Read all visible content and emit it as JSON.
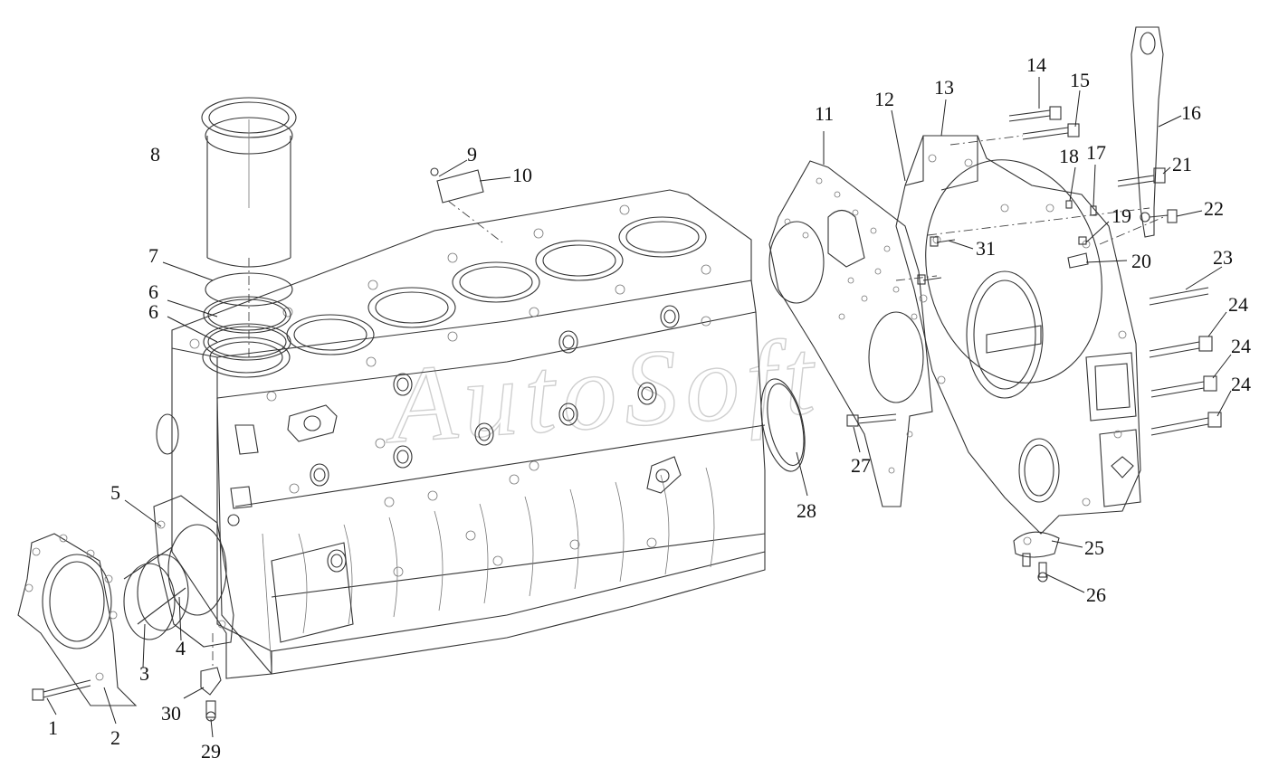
{
  "diagram": {
    "watermark": "AutoSoft",
    "callouts": [
      {
        "id": "1",
        "label": "1"
      },
      {
        "id": "2",
        "label": "2"
      },
      {
        "id": "3",
        "label": "3"
      },
      {
        "id": "4",
        "label": "4"
      },
      {
        "id": "5",
        "label": "5"
      },
      {
        "id": "6a",
        "label": "6"
      },
      {
        "id": "6b",
        "label": "6"
      },
      {
        "id": "7",
        "label": "7"
      },
      {
        "id": "8",
        "label": "8"
      },
      {
        "id": "9",
        "label": "9"
      },
      {
        "id": "10",
        "label": "10"
      },
      {
        "id": "11",
        "label": "11"
      },
      {
        "id": "12",
        "label": "12"
      },
      {
        "id": "13",
        "label": "13"
      },
      {
        "id": "14",
        "label": "14"
      },
      {
        "id": "15",
        "label": "15"
      },
      {
        "id": "16",
        "label": "16"
      },
      {
        "id": "17",
        "label": "17"
      },
      {
        "id": "18",
        "label": "18"
      },
      {
        "id": "19",
        "label": "19"
      },
      {
        "id": "20",
        "label": "20"
      },
      {
        "id": "21",
        "label": "21"
      },
      {
        "id": "22",
        "label": "22"
      },
      {
        "id": "23",
        "label": "23"
      },
      {
        "id": "24a",
        "label": "24"
      },
      {
        "id": "24b",
        "label": "24"
      },
      {
        "id": "24c",
        "label": "24"
      },
      {
        "id": "25",
        "label": "25"
      },
      {
        "id": "26",
        "label": "26"
      },
      {
        "id": "27",
        "label": "27"
      },
      {
        "id": "28",
        "label": "28"
      },
      {
        "id": "29",
        "label": "29"
      },
      {
        "id": "30",
        "label": "30"
      },
      {
        "id": "31",
        "label": "31"
      }
    ]
  }
}
